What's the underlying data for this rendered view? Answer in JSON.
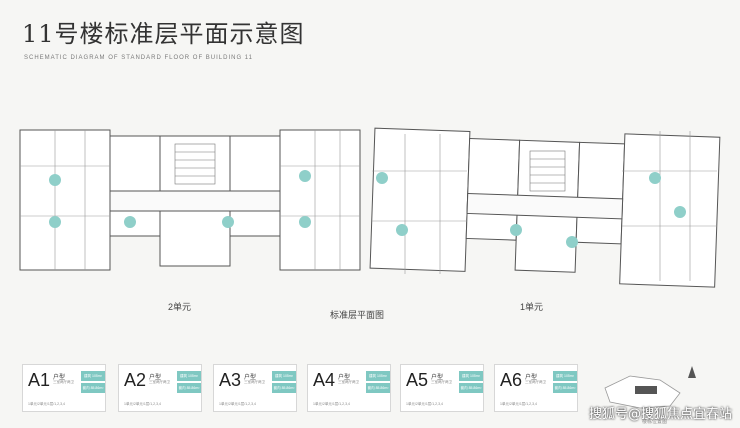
{
  "header": {
    "title": "11号楼标准层平面示意图",
    "subtitle": "SCHEMATIC DIAGRAM OF STANDARD FLOOR OF BUILDING 11"
  },
  "plan": {
    "left_unit_label": "2单元",
    "right_unit_label": "1单元",
    "caption": "标准层平面图"
  },
  "legend": {
    "cards": [
      {
        "code": "A1",
        "type_label": "户型",
        "desc": "三室两厅两卫",
        "area1": "建筑 105m²",
        "area2": "套内 85.86m²",
        "note": "1单元/2单元/1层/1,2,3,4"
      },
      {
        "code": "A2",
        "type_label": "户型",
        "desc": "三室两厅两卫",
        "area1": "建筑 105m²",
        "area2": "套内 85.86m²",
        "note": "1单元/2单元/1层/1,2,3,4"
      },
      {
        "code": "A3",
        "type_label": "户型",
        "desc": "三室两厅两卫",
        "area1": "建筑 105m²",
        "area2": "套内 85.86m²",
        "note": "1单元/2单元/1层/1,2,3,4"
      },
      {
        "code": "A4",
        "type_label": "户型",
        "desc": "三室两厅两卫",
        "area1": "建筑 105m²",
        "area2": "套内 85.86m²",
        "note": "1单元/2单元/1层/1,2,3,4"
      },
      {
        "code": "A5",
        "type_label": "户型",
        "desc": "三室两厅两卫",
        "area1": "建筑 105m²",
        "area2": "套内 85.86m²",
        "note": "1单元/2单元/1层/1,2,3,4"
      },
      {
        "code": "A6",
        "type_label": "户型",
        "desc": "三室两厅两卫",
        "area1": "建筑 105m²",
        "area2": "套内 85.86m²",
        "note": "1单元/2单元/1层/1,2,3,4"
      }
    ],
    "keyplan_label": "楼栋位置图"
  },
  "watermark": "搜狐号@搜狐焦点宜春站",
  "colors": {
    "accent": "#7fc8c2",
    "line": "#555555",
    "background": "#f6f6f4"
  }
}
